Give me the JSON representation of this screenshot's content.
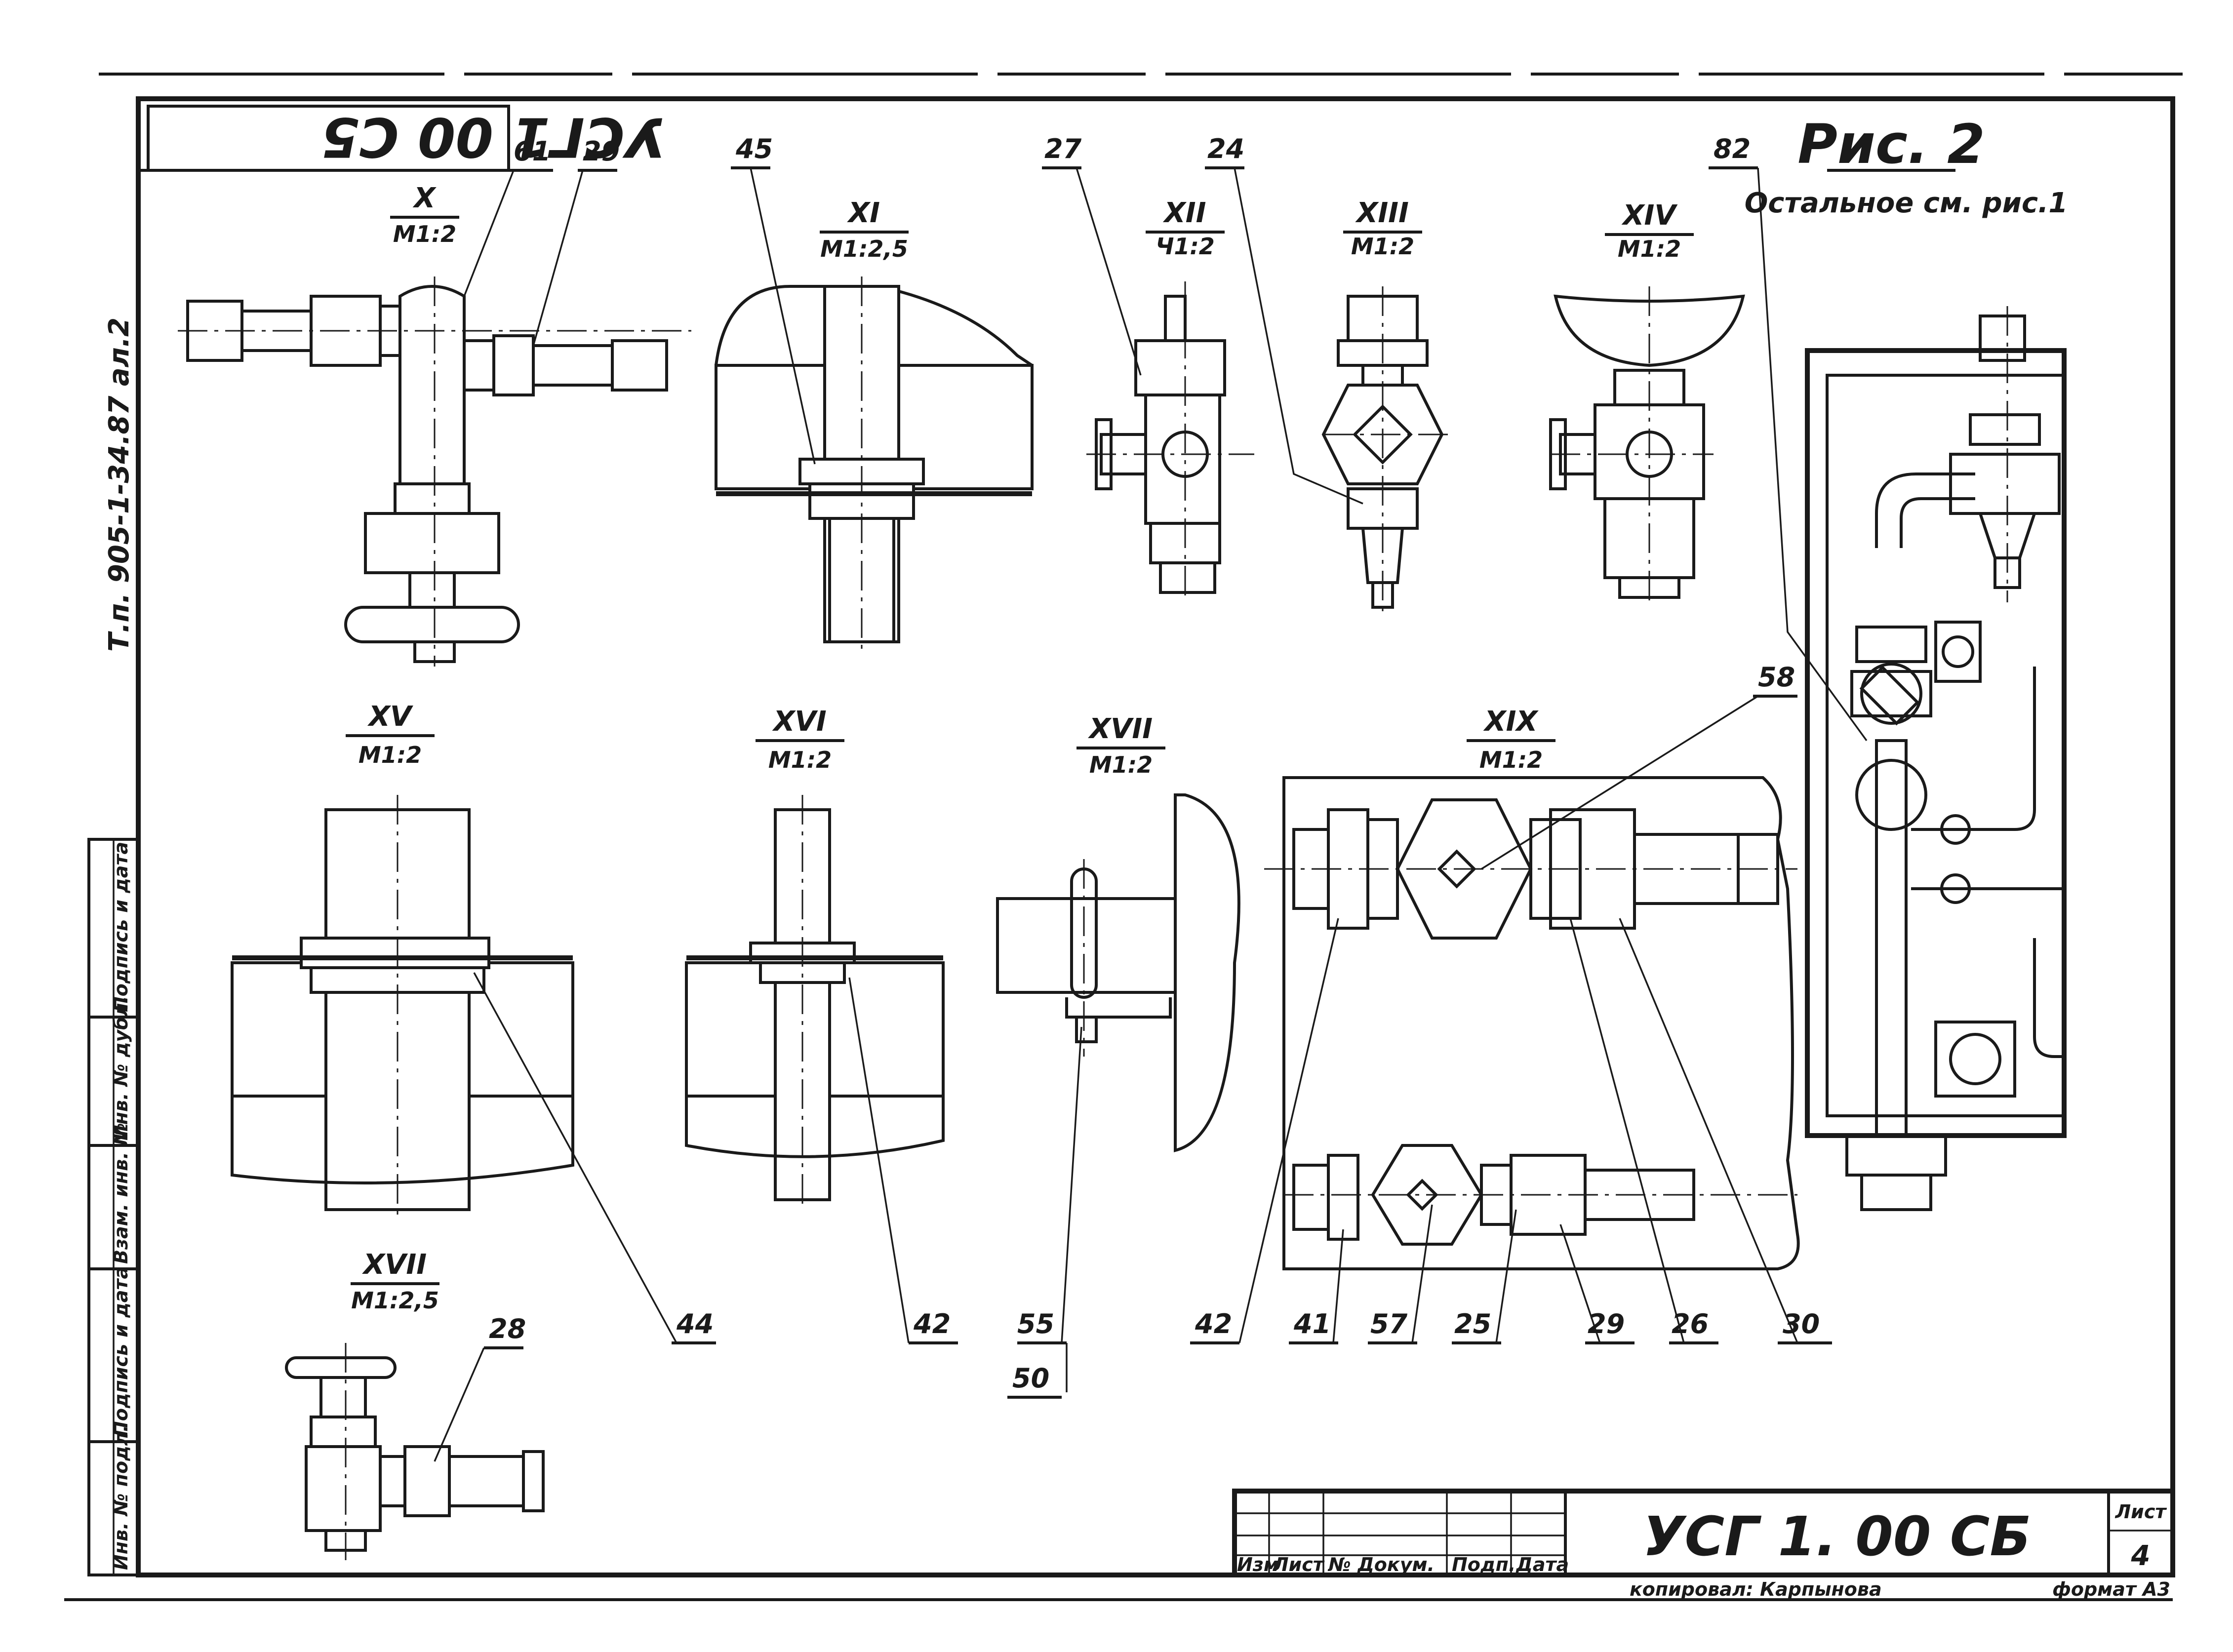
{
  "stamp": {
    "code_rotated": "УСГ1 00 С5"
  },
  "side_note": {
    "text": "Т.п. 905-1-34.87  ал.2"
  },
  "figure": {
    "title": "Рис. 2",
    "subtitle": "Остальное см. рис.1"
  },
  "sections": [
    {
      "id": "X",
      "label": "X",
      "scale": "М1:2"
    },
    {
      "id": "XI",
      "label": "XI",
      "scale": "М1:2,5"
    },
    {
      "id": "XII",
      "label": "XII",
      "scale": "Ч1:2"
    },
    {
      "id": "XIII",
      "label": "XIII",
      "scale": "М1:2"
    },
    {
      "id": "XIV",
      "label": "XIV",
      "scale": "М1:2"
    },
    {
      "id": "XV",
      "label": "XV",
      "scale": "М1:2"
    },
    {
      "id": "XVI",
      "label": "XVI",
      "scale": "М1:2"
    },
    {
      "id": "XVIIa",
      "label": "XVII",
      "scale": "М1:2"
    },
    {
      "id": "XIX",
      "label": "XIX",
      "scale": "М1:2"
    },
    {
      "id": "XVIIb",
      "label": "XVII",
      "scale": "М1:2,5"
    }
  ],
  "callouts": [
    "61",
    "29",
    "45",
    "27",
    "24",
    "82",
    "58",
    "44",
    "42",
    "55",
    "50",
    "42",
    "41",
    "57",
    "25",
    "29",
    "26",
    "30",
    "28"
  ],
  "side_table": [
    "Инв. № подл.",
    "Подпись и дата",
    "Взам. инв. №",
    "Инв. № дубл.",
    "Подпись и дата"
  ],
  "title_block": {
    "cols": [
      "Изм",
      "Лист",
      "№ Докум.",
      "Подп.",
      "Дата"
    ],
    "doc_code": "УСГ 1. 00 СБ",
    "sheet_label": "Лист",
    "sheet_number": "4",
    "copied_by": "копировал: Карпынова",
    "format": "формат А3"
  }
}
